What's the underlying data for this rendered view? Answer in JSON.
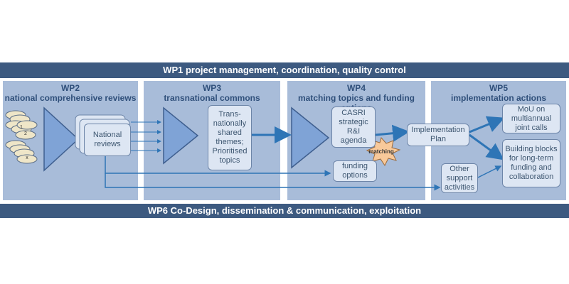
{
  "wp1": "WP1 project management, coordination, quality control",
  "wp6": "WP6 Co-Design, dissemination & communication, exploitation",
  "wp2": {
    "id": "WP2",
    "title": "national comprehensive reviews",
    "box": "National reviews",
    "ellipse_labels": [
      "1",
      "2",
      "x"
    ]
  },
  "wp3": {
    "id": "WP3",
    "title": "transnational commons",
    "box": "Trans-nationally shared themes; Prioritised topics"
  },
  "wp4": {
    "id": "WP4",
    "title": "matching topics and funding options",
    "agenda": "CASRI strategic R&I agenda",
    "funding": "funding options",
    "matching": "matching"
  },
  "wp5": {
    "id": "WP5",
    "title": "implementation actions",
    "plan": "Implementation Plan",
    "mou": "MoU on multiannual joint calls",
    "blocks": "Building blocks for long-term funding and collaboration",
    "other": "Other support activities"
  }
}
